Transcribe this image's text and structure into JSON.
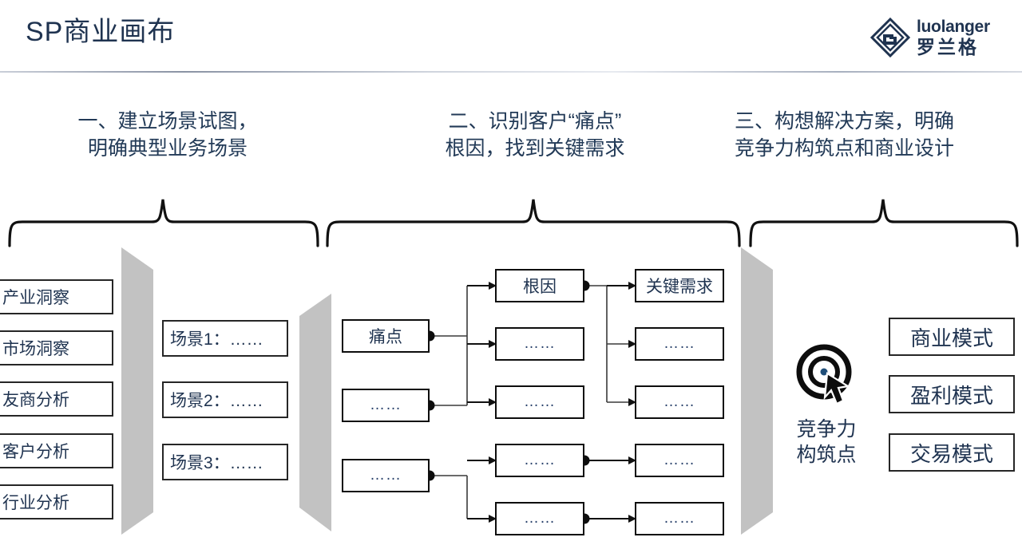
{
  "header": {
    "title": "SP商业画布",
    "logo": {
      "en": "luolanger",
      "cn": "罗兰格",
      "mark_icon": "diamond-logo-icon"
    }
  },
  "colors": {
    "text_navy": "#1f3350",
    "heading_navy": "#223a57",
    "outline_black": "#262626",
    "chevron_gray": "#c2c2c2",
    "rule_gray": "#a8b0bf"
  },
  "sections": [
    {
      "id": "section-1",
      "heading": "一、建立场景试图，\n明确典型业务场景",
      "insight_boxes": [
        {
          "label": "产业洞察"
        },
        {
          "label": "市场洞察"
        },
        {
          "label": "友商分析"
        },
        {
          "label": "客户分析"
        },
        {
          "label": "行业分析"
        }
      ],
      "scene_boxes": [
        {
          "label": "场景1：……"
        },
        {
          "label": "场景2：……"
        },
        {
          "label": "场景3：……"
        }
      ]
    },
    {
      "id": "section-2",
      "heading": "二、识别客户“痛点”\n根因，找到关键需求",
      "pain_points": [
        {
          "label": "痛点"
        },
        {
          "label": "……"
        },
        {
          "label": "……"
        }
      ],
      "root_causes": [
        {
          "label": "根因"
        },
        {
          "label": "……"
        },
        {
          "label": "……"
        },
        {
          "label": "……"
        },
        {
          "label": "……"
        }
      ],
      "key_needs": [
        {
          "label": "关键需求"
        },
        {
          "label": "……"
        },
        {
          "label": "……"
        },
        {
          "label": "……"
        },
        {
          "label": "……"
        }
      ]
    },
    {
      "id": "section-3",
      "heading": "三、构想解决方案，明确\n竞争力构筑点和商业设计",
      "target": {
        "icon": "bullseye-target-cursor-icon",
        "label": "竞争力\n构筑点"
      },
      "mode_boxes": [
        {
          "label": "商业模式"
        },
        {
          "label": "盈利模式"
        },
        {
          "label": "交易模式"
        }
      ]
    }
  ]
}
